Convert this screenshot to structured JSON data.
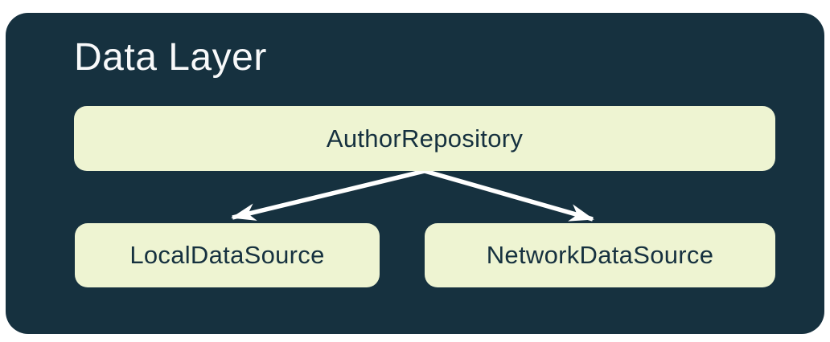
{
  "title": "Data Layer",
  "nodes": [
    {
      "id": "repository",
      "label": "AuthorRepository"
    },
    {
      "id": "local",
      "label": "LocalDataSource"
    },
    {
      "id": "network",
      "label": "NetworkDataSource"
    }
  ],
  "edges": [
    {
      "from": "AuthorRepository",
      "to": "LocalDataSource"
    },
    {
      "from": "AuthorRepository",
      "to": "NetworkDataSource"
    }
  ],
  "colors": {
    "page_bg": "#FFFFFF",
    "container_bg": "#16313F",
    "node_bg": "#EEF4D2",
    "node_text": "#16313F",
    "title_text": "#F8F9FA",
    "arrow": "#FFFFFF"
  }
}
